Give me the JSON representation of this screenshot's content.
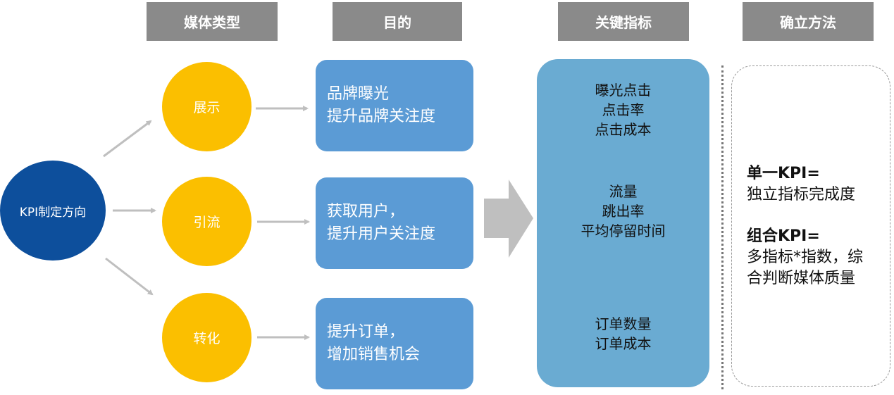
{
  "headers": {
    "media_type": "媒体类型",
    "purpose": "目的",
    "key_indicators": "关键指标",
    "method": "确立方法"
  },
  "root": {
    "label": "KPI制定方向"
  },
  "media_types": [
    {
      "label": "展示"
    },
    {
      "label": "引流"
    },
    {
      "label": "转化"
    }
  ],
  "purposes": [
    {
      "line1": "品牌曝光",
      "line2": "提升品牌关注度"
    },
    {
      "line1": "获取用户，",
      "line2": "提升用户关注度"
    },
    {
      "line1": "提升订单，",
      "line2": "增加销售机会"
    }
  ],
  "indicators": [
    {
      "items": [
        "曝光点击",
        "点击率",
        "点击成本"
      ]
    },
    {
      "items": [
        "流量",
        "跳出率",
        "平均停留时间"
      ]
    },
    {
      "items": [
        "订单数量",
        "订单成本"
      ]
    }
  ],
  "method": {
    "single_title": "单一KPI=",
    "single_desc": "独立指标完成度",
    "combo_title": "组合KPI=",
    "combo_desc_1": "多指标*指数，综",
    "combo_desc_2": "合判断媒体质量"
  },
  "colors": {
    "header_bg": "#8a8a8a",
    "root": "#0d4f9c",
    "media_circle": "#fbbf00",
    "purpose_box": "#5b9bd5",
    "indicator_panel": "#6aabd2",
    "arrow": "#bfbfbf"
  }
}
